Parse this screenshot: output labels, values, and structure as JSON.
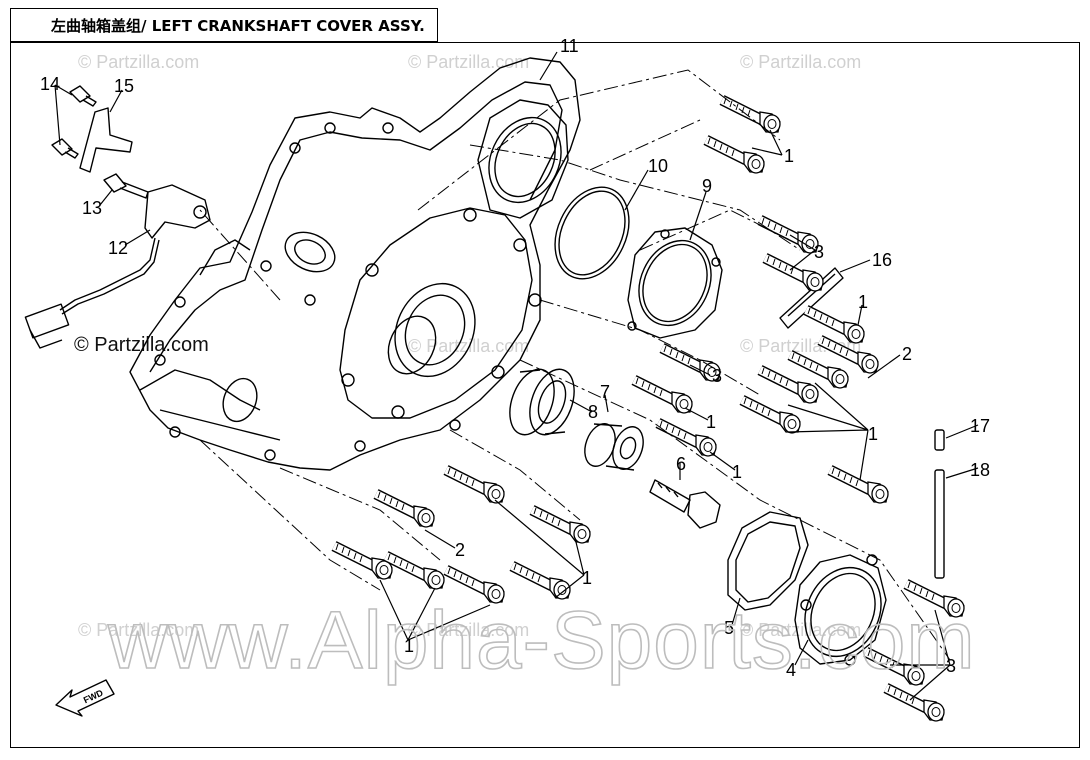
{
  "title": "左曲轴箱盖组/ LEFT CRANKSHAFT COVER ASSY.",
  "watermarks": {
    "partzilla": "© Partzilla.com",
    "partzilla_inline": "© Partzilla.com",
    "alpha": "www.Alpha-Sports.com"
  },
  "callouts": {
    "c1a": "1",
    "c1b": "1",
    "c1c": "1",
    "c1d": "1",
    "c1e": "1",
    "c1f": "1",
    "c1g": "1",
    "c1h": "1",
    "c2a": "2",
    "c2b": "2",
    "c3a": "3",
    "c3b": "3",
    "c3c": "3",
    "c4": "4",
    "c5": "5",
    "c6": "6",
    "c7": "7",
    "c8": "8",
    "c9": "9",
    "c10": "10",
    "c11": "11",
    "c12": "12",
    "c13": "13",
    "c14": "14",
    "c15": "15",
    "c16": "16",
    "c17": "17",
    "c18": "18"
  },
  "colors": {
    "line": "#000000",
    "watermark": "#c8c8c8"
  },
  "icons": {
    "fwd": "fwd-arrow-icon"
  },
  "fwd_label": "FWD"
}
